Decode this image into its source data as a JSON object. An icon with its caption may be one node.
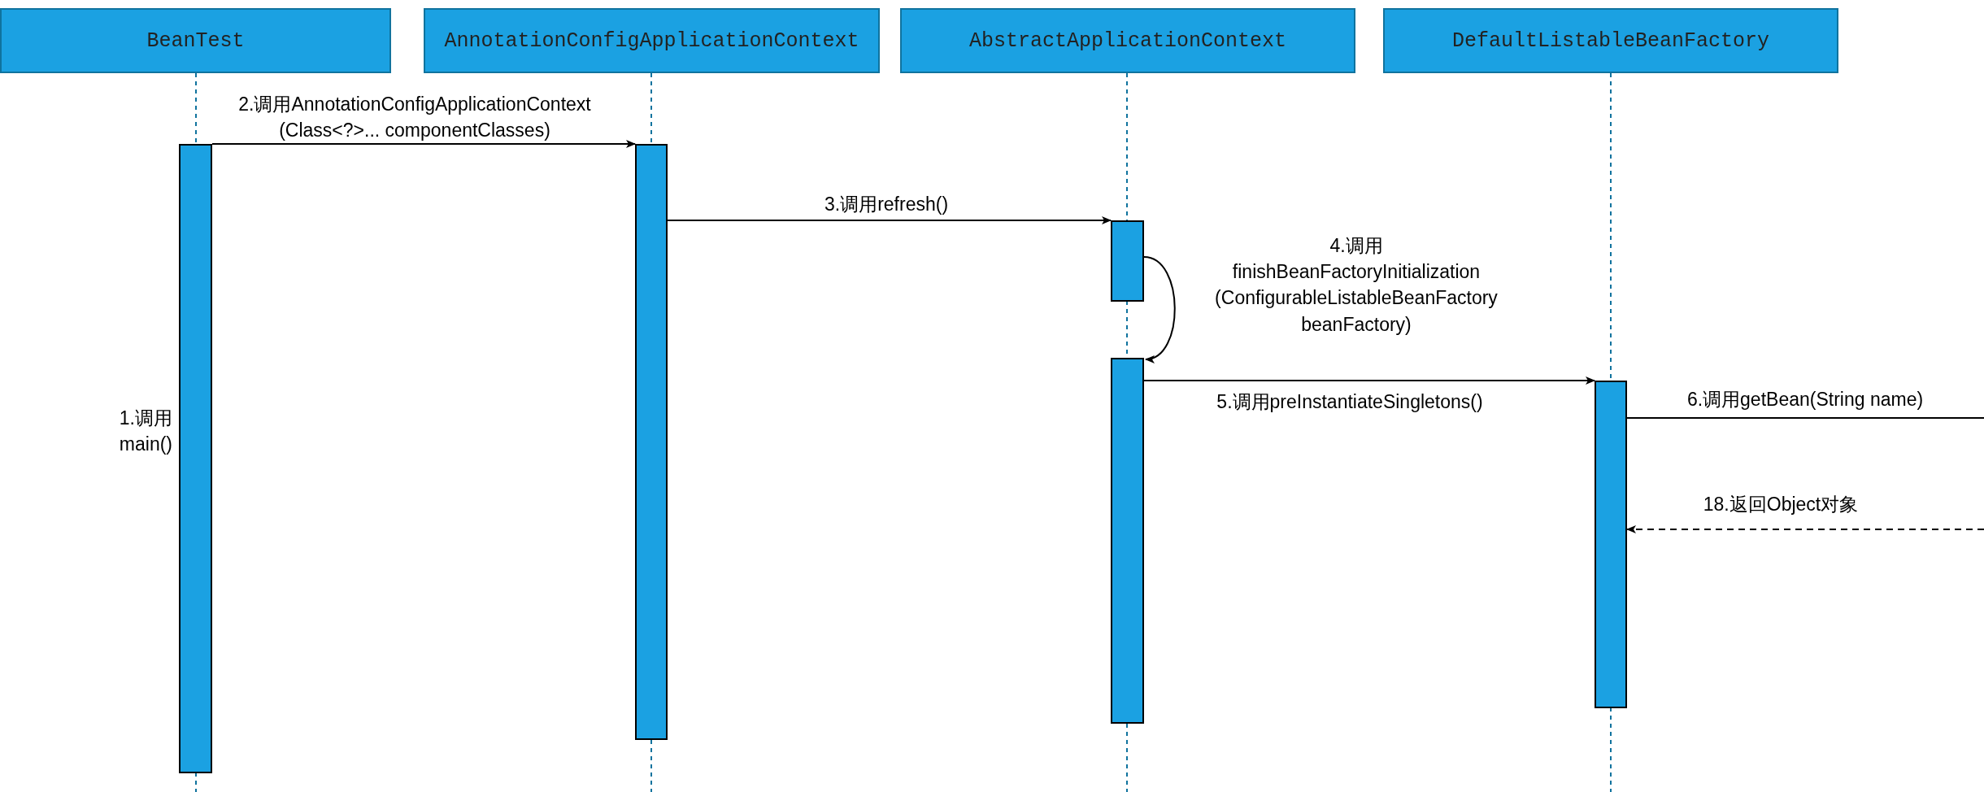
{
  "diagram": {
    "nodes": [
      {
        "text": [
          "BeanTest"
        ]
      },
      {
        "text": [
          "AnnotationConfigApplicationContext"
        ]
      },
      {
        "text": [
          "AbstractApplicationContext"
        ]
      },
      {
        "text": [
          "DefaultListableBeanFactory"
        ]
      },
      {
        "text": [],
        "shape": "bar",
        "beside": [
          "1.调用 main()"
        ]
      },
      {
        "text": [],
        "shape": "bar"
      },
      {
        "text": [],
        "shape": "bar"
      },
      {
        "text": [],
        "shape": "bar"
      },
      {
        "text": [],
        "shape": "bar"
      }
    ],
    "edges": [
      {
        "from": 4,
        "to": 5,
        "arrow": "to",
        "label": "2.调用AnnotationConfigApplicationContext (Class<?>... componentClasses)"
      },
      {
        "from": 5,
        "to": 6,
        "arrow": "to",
        "label": "3.调用refresh()"
      },
      {
        "from": 6,
        "to": 7,
        "arrow": "to",
        "label": "4.调用 finishBeanFactoryInitialization (ConfigurableListableBeanFactory beanFactory)"
      },
      {
        "from": 7,
        "to": 8,
        "arrow": "to",
        "label": "5.调用preInstantiateSingletons()"
      },
      {
        "from": 8,
        "to": null,
        "arrow": "none",
        "label": "6.调用getBean(String name)"
      },
      {
        "from": null,
        "to": 8,
        "arrow": "to",
        "style": "dashed",
        "label": "18.返回Object对象"
      }
    ]
  }
}
